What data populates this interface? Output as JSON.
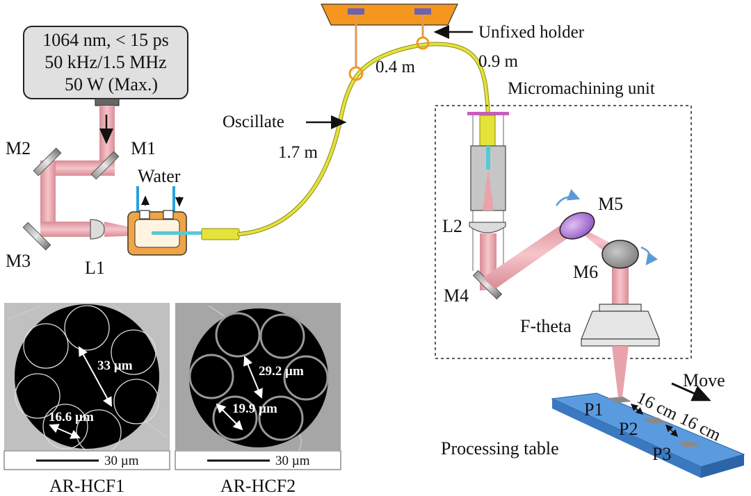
{
  "laser": {
    "line1": "1064 nm, < 15 ps",
    "line2": "50 kHz/1.5 MHz",
    "line3": "50 W (Max.)"
  },
  "labels": {
    "m1": "M1",
    "m2": "M2",
    "m3": "M3",
    "m4": "M4",
    "m5": "M5",
    "m6": "M6",
    "l1": "L1",
    "l2": "L2",
    "water": "Water",
    "oscillate": "Oscillate",
    "len_17": "1.7 m",
    "len_04": "0.4 m",
    "len_09": "0.9 m",
    "unfixed_holder": "Unfixed holder",
    "micromachining_unit": "Micromachining unit",
    "ftheta": "F-theta",
    "move": "Move",
    "p1": "P1",
    "p2": "P2",
    "p3": "P3",
    "dist1": "16 cm",
    "dist2": "16 cm",
    "processing_table": "Processing table"
  },
  "micrographs": [
    {
      "name": "AR-HCF1",
      "core_diameter": "33 µm",
      "tube_diameter": "16.6 µm",
      "scale_bar": "30 µm"
    },
    {
      "name": "AR-HCF2",
      "core_diameter": "29.2 µm",
      "tube_diameter": "19.9 µm",
      "scale_bar": "30 µm"
    }
  ],
  "colors": {
    "beam": "#e8a3ab",
    "fiber": "#e5e23a",
    "holder_plate": "#f5961e",
    "table": "#5a9be0",
    "laser_box": "#e0e0e0",
    "mirror_m5": "#b080d8",
    "rotation_arrow": "#5b9bd5"
  }
}
